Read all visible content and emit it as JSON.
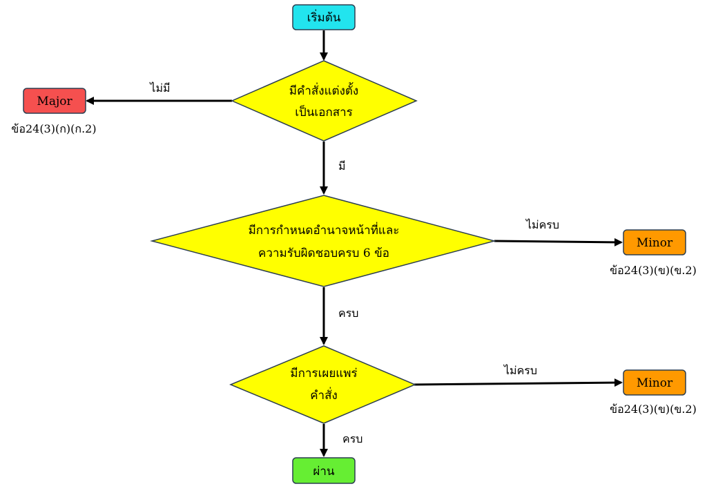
{
  "flowchart": {
    "start": {
      "label": "เริ่มต้น",
      "color": "#22e4ee"
    },
    "decision1": {
      "lines": [
        "มีคำสั่งแต่งตั้ง",
        "เป็นเอกสาร"
      ],
      "color": "#ffff00"
    },
    "decision2": {
      "lines": [
        "มีการกำหนดอำนาจหน้าที่และ",
        "ความรับผิดชอบครบ 6 ข้อ"
      ],
      "color": "#ffff00"
    },
    "decision3": {
      "lines": [
        "มีการเผยแพร่",
        "คำสั่ง"
      ],
      "color": "#ffff00"
    },
    "major": {
      "label": "Major",
      "color": "#f5504f",
      "ref": "ข้อ24(3)(ก)(ก.2)"
    },
    "minor1": {
      "label": "Minor",
      "color": "#ff9900",
      "ref": "ข้อ24(3)(ข)(ข.2)"
    },
    "minor2": {
      "label": "Minor",
      "color": "#ff9900",
      "ref": "ข้อ24(3)(ข)(ข.2)"
    },
    "pass": {
      "label": "ผ่าน",
      "color": "#66ee33"
    },
    "edges": {
      "d1_no": "ไม่มี",
      "d1_yes": "มี",
      "d2_no": "ไม่ครบ",
      "d2_yes": "ครบ",
      "d3_no": "ไม่ครบ",
      "d3_yes": "ครบ"
    }
  }
}
